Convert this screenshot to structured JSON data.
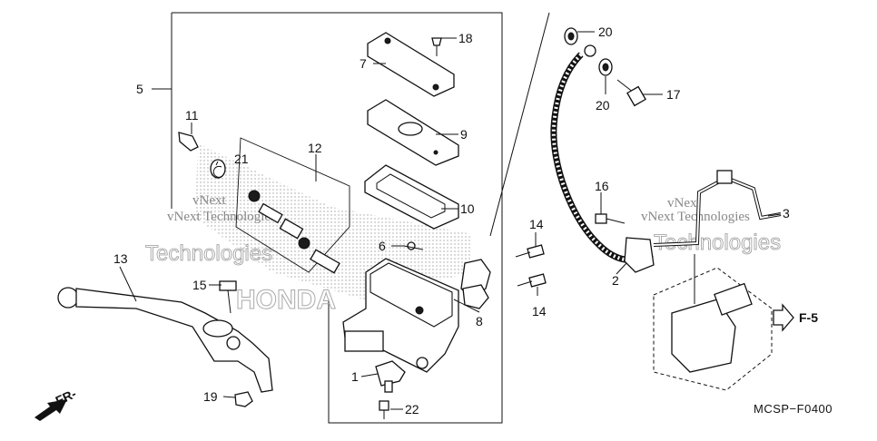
{
  "diagram": {
    "ref_code": "MCSP−F0400",
    "arrow_labels": {
      "front": "FR-",
      "see_page": "F-5"
    },
    "watermarks": [
      "vNext",
      "vNext Technologies",
      "Technologies",
      "vNext Technologies",
      "vNext",
      "Technologies"
    ],
    "brand_mark": "HONDA",
    "callouts": [
      {
        "id": "c5",
        "text": "5"
      },
      {
        "id": "c7",
        "text": "7"
      },
      {
        "id": "c18",
        "text": "18"
      },
      {
        "id": "c9",
        "text": "9"
      },
      {
        "id": "c10",
        "text": "10"
      },
      {
        "id": "c11",
        "text": "11"
      },
      {
        "id": "c12",
        "text": "12"
      },
      {
        "id": "c21",
        "text": "21"
      },
      {
        "id": "c6",
        "text": "6"
      },
      {
        "id": "c13",
        "text": "13"
      },
      {
        "id": "c15",
        "text": "15"
      },
      {
        "id": "c1",
        "text": "1"
      },
      {
        "id": "c22",
        "text": "22"
      },
      {
        "id": "c19",
        "text": "19"
      },
      {
        "id": "c8",
        "text": "8"
      },
      {
        "id": "c14a",
        "text": "14"
      },
      {
        "id": "c14b",
        "text": "14"
      },
      {
        "id": "c20a",
        "text": "20"
      },
      {
        "id": "c20b",
        "text": "20"
      },
      {
        "id": "c17",
        "text": "17"
      },
      {
        "id": "c16",
        "text": "16"
      },
      {
        "id": "c2",
        "text": "2"
      },
      {
        "id": "c3",
        "text": "3"
      }
    ]
  }
}
